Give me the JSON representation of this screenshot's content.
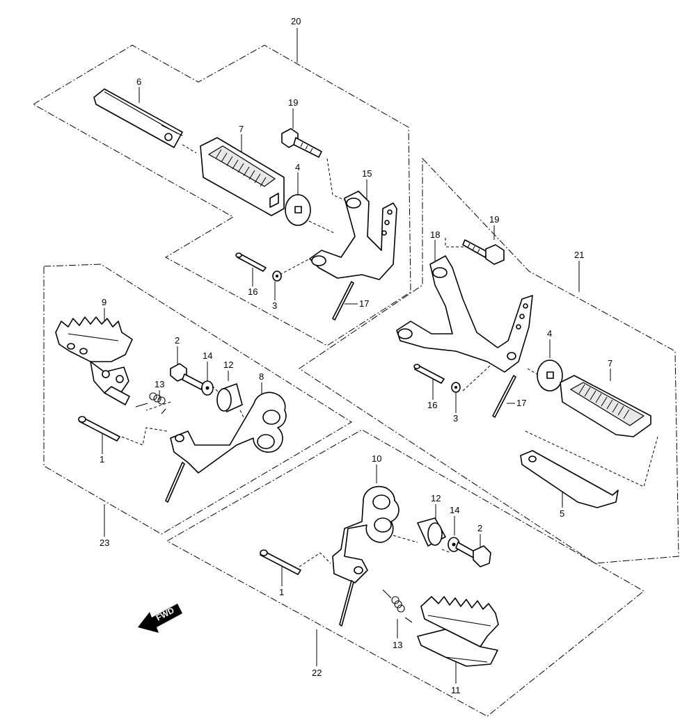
{
  "callouts": {
    "c20": "20",
    "c6": "6",
    "c19a": "19",
    "c7a": "7",
    "c4a": "4",
    "c15": "15",
    "c16a": "16",
    "c3a": "3",
    "c17a": "17",
    "c18": "18",
    "c19b": "19",
    "c21": "21",
    "c4b": "4",
    "c7b": "7",
    "c16b": "16",
    "c3b": "3",
    "c17b": "17",
    "c5": "5",
    "c9": "9",
    "c2a": "2",
    "c14a": "14",
    "c12a": "12",
    "c8": "8",
    "c13a": "13",
    "c1a": "1",
    "c23": "23",
    "c10": "10",
    "c12b": "12",
    "c14b": "14",
    "c2b": "2",
    "c1b": "1",
    "c13b": "13",
    "c22": "22",
    "c11": "11"
  },
  "fwd_label": "FWD",
  "icons": {
    "direction": "arrow-left-icon"
  }
}
